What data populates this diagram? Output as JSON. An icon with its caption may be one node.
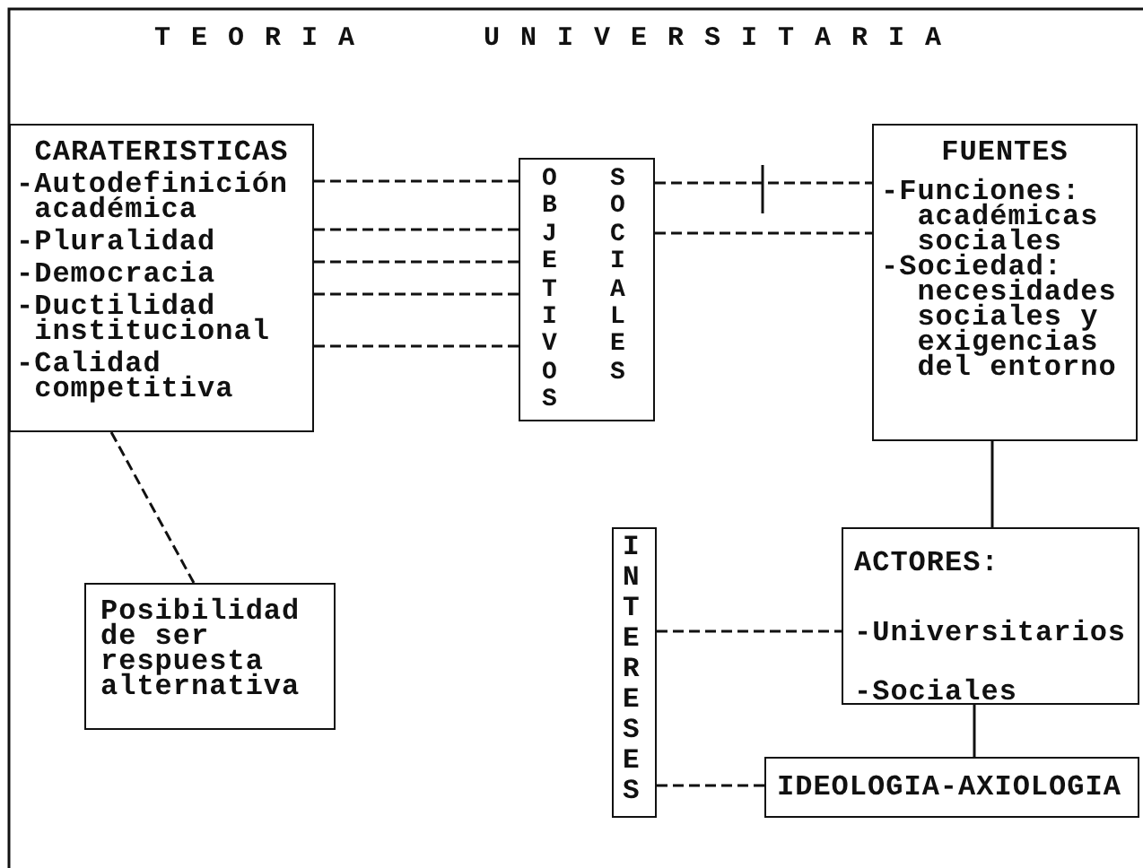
{
  "diagram": {
    "title": "TEORIA UNIVERSITARIA",
    "nodes": [
      {
        "text": [
          "CARATERISTICAS",
          "-Autodefinición académica",
          "-Pluralidad",
          "-Democracia",
          "-Ductilidad institucional",
          "-Calidad competitiva"
        ]
      },
      {
        "text": [
          "OBJETIVOS",
          "SOCIALES"
        ]
      },
      {
        "text": [
          "FUENTES",
          "-Funciones: académicas sociales",
          "-Sociedad: necesidades sociales y exigencias del entorno"
        ]
      },
      {
        "text": [
          "Posibilidad de ser respuesta alternativa"
        ]
      },
      {
        "text": [
          "INTERESES"
        ]
      },
      {
        "text": [
          "ACTORES:",
          "-Universitarios",
          "-Sociales"
        ]
      },
      {
        "text": [
          "IDEOLOGIA-AXIOLOGIA"
        ]
      }
    ],
    "edges": [
      {
        "from": 0,
        "to": 1,
        "arrow": "none",
        "style": "dashed"
      },
      {
        "from": 0,
        "to": 1,
        "arrow": "none",
        "style": "dashed"
      },
      {
        "from": 0,
        "to": 1,
        "arrow": "none",
        "style": "dashed"
      },
      {
        "from": 0,
        "to": 1,
        "arrow": "none",
        "style": "dashed"
      },
      {
        "from": 0,
        "to": 1,
        "arrow": "none",
        "style": "dashed"
      },
      {
        "from": 1,
        "to": 2,
        "arrow": "none",
        "style": "dashed"
      },
      {
        "from": 1,
        "to": 2,
        "arrow": "none",
        "style": "dashed"
      },
      {
        "from": 0,
        "to": 3,
        "arrow": "none",
        "style": "dashed"
      },
      {
        "from": 2,
        "to": 5,
        "arrow": "none"
      },
      {
        "from": 4,
        "to": 5,
        "arrow": "none",
        "style": "dashed"
      },
      {
        "from": 5,
        "to": 6,
        "arrow": "none"
      },
      {
        "from": 4,
        "to": 6,
        "arrow": "none",
        "style": "dashed"
      }
    ]
  }
}
